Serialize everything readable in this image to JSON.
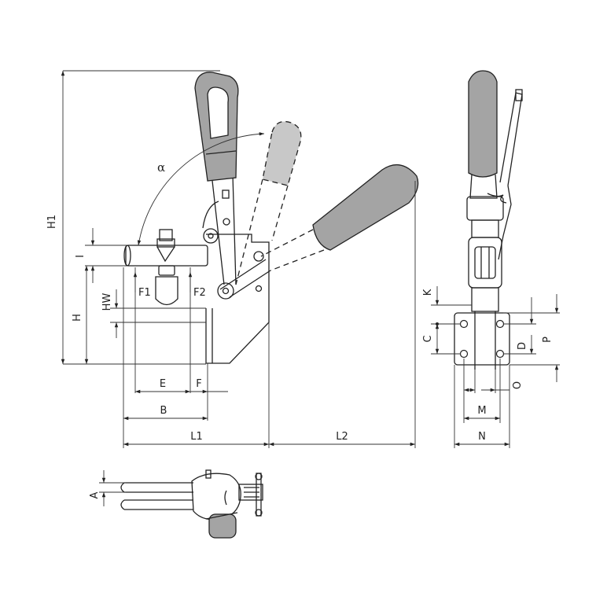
{
  "labels": {
    "H1": "H1",
    "alpha": "α",
    "I": "I",
    "H": "H",
    "HW": "HW",
    "F1": "F1",
    "F2": "F2",
    "E": "E",
    "F": "F",
    "B": "B",
    "L1": "L1",
    "L2": "L2",
    "K": "K",
    "C": "C",
    "D": "D",
    "P": "P",
    "O": "O",
    "M": "M",
    "N": "N",
    "A": "A"
  },
  "colors": {
    "line": "#222222",
    "grip": "#a4a4a4",
    "background": "#ffffff"
  }
}
